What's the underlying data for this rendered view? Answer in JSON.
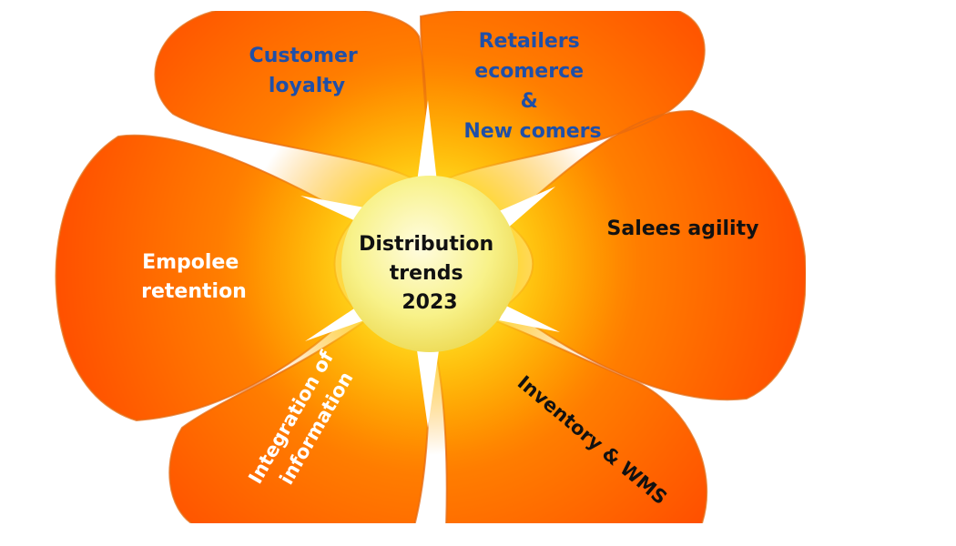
{
  "diagram": {
    "center": {
      "lines": [
        "Distribution",
        "trends",
        "2023"
      ]
    },
    "petals": {
      "customer_loyalty": {
        "lines": [
          "Customer",
          "loyalty"
        ]
      },
      "retailers": {
        "lines": [
          "Retailers",
          "ecomerce",
          "&",
          "New comers"
        ]
      },
      "sales_agility": {
        "lines": [
          "Salees agility"
        ]
      },
      "employee_retention": {
        "lines": [
          "Empolee",
          "retention"
        ]
      },
      "integration": {
        "lines": [
          "Integration of",
          "information"
        ]
      },
      "inventory": {
        "lines": [
          "Inventory & WMS"
        ]
      }
    },
    "colors": {
      "petal_outer": "#ff5500",
      "petal_mid": "#ff8a00",
      "glow_center": "#ffd21a",
      "center_disc": "#f6f07a",
      "text_blue": "#1f4fa8",
      "text_black": "#111111",
      "text_white": "#ffffff"
    }
  }
}
